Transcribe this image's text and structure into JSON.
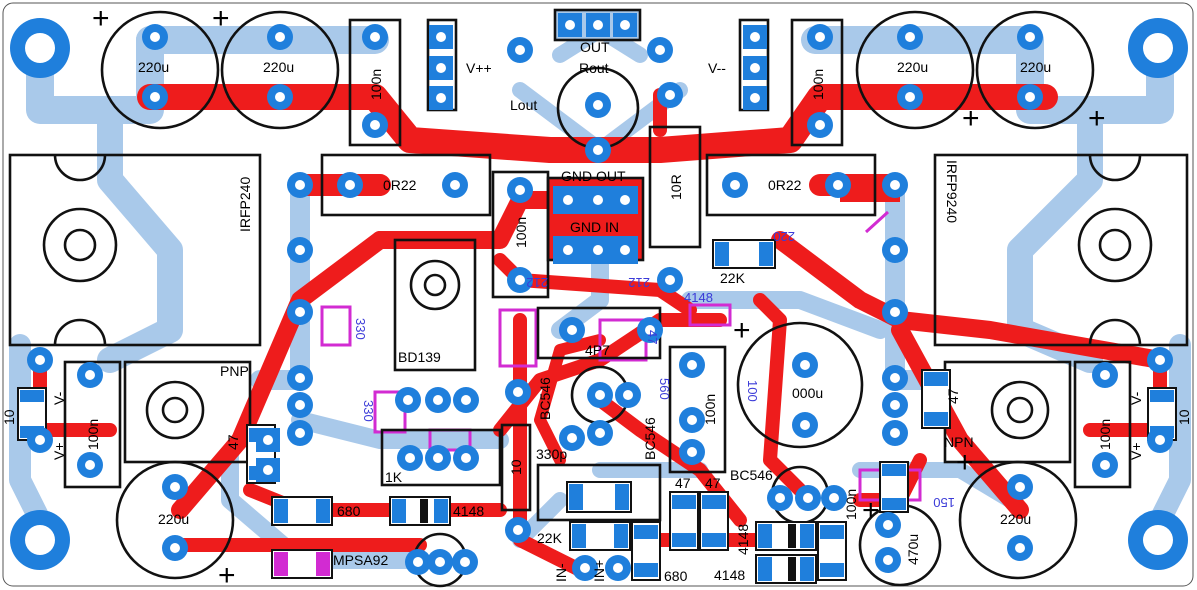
{
  "board": {
    "colors": {
      "background": "#ffffff",
      "top_copper": "#ee1c1c",
      "bottom_copper": "#a9c9ea",
      "pads": "#1f7fdc",
      "silkscreen": "#111111",
      "bottom_silk": "#3b3bd8",
      "highlight": "#d22bd2"
    },
    "labels": {
      "cap_tl1": "220u",
      "cap_tl2": "220u",
      "cap_tr1": "220u",
      "cap_tr2": "220u",
      "cap_bl": "220u",
      "cap_br": "220u",
      "c100n_tl": "100n",
      "c100n_tr": "100n",
      "c100n_l": "100n",
      "c100n_r": "100n",
      "c100n_mid": "100n",
      "c100n_bot": "100n",
      "c100n_center": "100n",
      "vpp": "V++",
      "vmm": "V--",
      "out": "OUT",
      "rout": "Rout",
      "lout": "Lout",
      "gnd_out": "GND OUT",
      "gnd_in": "GND IN",
      "r10r": "10R",
      "r0r22_l": "0R22",
      "r0r22_r": "0R22",
      "irfp240": "IRFP240",
      "irfp9240": "IRFP9240",
      "r22k_top": "22K",
      "r22k_bot": "22K",
      "bd139": "BD139",
      "pnp": "PNP",
      "npn": "NPN",
      "r47_l": "47",
      "r47_r": "47",
      "r47_a": "47",
      "r47_b": "47",
      "cap_4p7": "4P7",
      "cap_1000u": "000u",
      "bc546_a": "BC546",
      "bc546_b": "BC546",
      "bc546_c": "BC546",
      "cap_330p": "330p",
      "r1k": "1K",
      "r680_l": "680",
      "r680_b": "680",
      "d4148_l": "4148",
      "d4148_a": "4148",
      "d4148_b": "4148",
      "d4148_top": "4148",
      "mpsa92": "MPSA92",
      "in_minus": "IN-",
      "in_plus": "IN+",
      "cap_470u": "470u",
      "r10_l": "10",
      "r10_r": "10",
      "r10_c": "10",
      "vplus_l": "V+",
      "vplus_r": "V+",
      "v_l": "V-",
      "v_r": "V-",
      "r150": "150",
      "silk_220": "220",
      "silk_330": "330",
      "silk_330b": "330",
      "silk_212": "212",
      "silk_212b": "212",
      "silk_560": "560",
      "silk_100": "100",
      "silk_47": "47",
      "plus": "+"
    }
  }
}
